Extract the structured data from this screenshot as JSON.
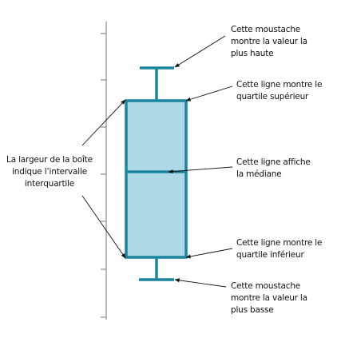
{
  "annotations": {
    "max_whisker": [
      "Cette moustache",
      "montre la valeur la",
      "plus haute"
    ],
    "upper_quartile": [
      "Cette ligne montre le",
      "quartile supérieur"
    ],
    "median": [
      "Cette ligne affiche",
      "la médiane"
    ],
    "lower_quartile": [
      "Cette ligne montre le",
      "quartile inférieur"
    ],
    "min_whisker": [
      "Cette moustache",
      "montre la valeur la",
      "plus basse"
    ],
    "iqr": [
      "La largeur de la boîte",
      "indique l’intervalle",
      "interquartile"
    ]
  },
  "colors": {
    "box_fill": "#add8e6",
    "box_stroke": "#1a869e",
    "axis": "#8c8c8c",
    "arrow": "#111111",
    "text": "#111111"
  }
}
